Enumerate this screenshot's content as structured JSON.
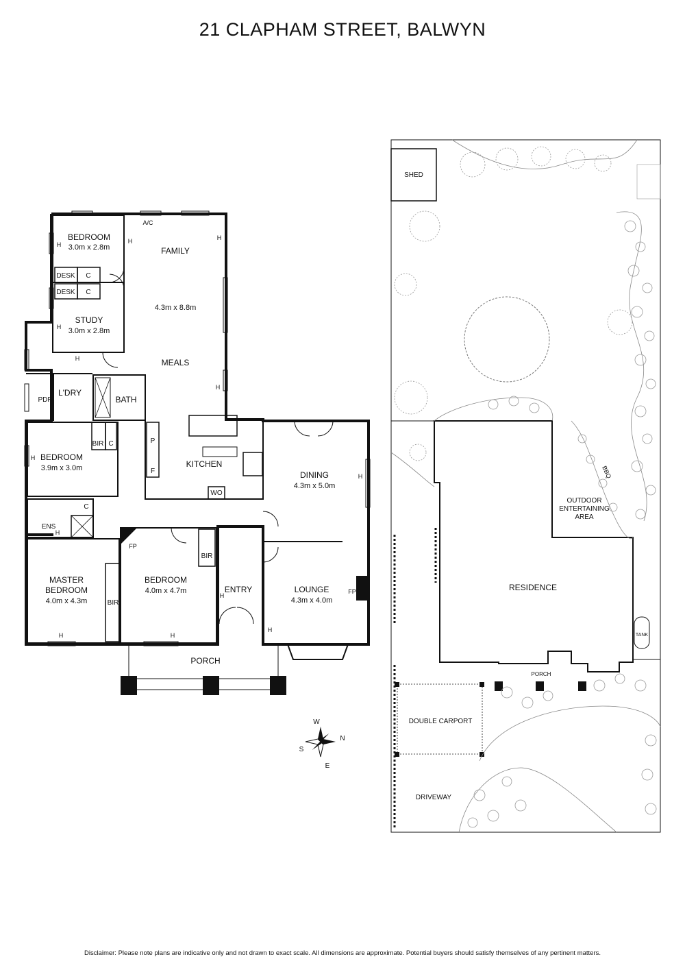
{
  "title": "21 CLAPHAM STREET, BALWYN",
  "disclaimer": "Disclaimer: Please note plans are indicative only and not drawn to exact scale. All dimensions are approximate. Potential buyers should satisfy themselves of any pertinent matters.",
  "floorplan": {
    "rooms": {
      "bedroom1_name": "BEDROOM",
      "bedroom1_dim": "3.0m x 2.8m",
      "study_name": "STUDY",
      "study_dim": "3.0m x 2.8m",
      "family_name": "FAMILY",
      "family_dim": "4.3m x 8.8m",
      "meals": "MEALS",
      "laundry": "L'DRY",
      "powder": "PDR",
      "bath": "BATH",
      "bedroom2_name": "BEDROOM",
      "bedroom2_dim": "3.9m x 3.0m",
      "kitchen": "KITCHEN",
      "wo": "WO",
      "dining_name": "DINING",
      "dining_dim": "4.3m x 5.0m",
      "ens": "ENS",
      "master_name1": "MASTER",
      "master_name2": "BEDROOM",
      "master_dim": "4.0m x 4.3m",
      "bedroom3_name": "BEDROOM",
      "bedroom3_dim": "4.0m x 4.7m",
      "entry": "ENTRY",
      "lounge_name": "LOUNGE",
      "lounge_dim": "4.3m x 4.0m",
      "porch": "PORCH"
    },
    "fixtures": {
      "desk": "DESK",
      "c": "C",
      "bir": "BIR",
      "p": "P",
      "f": "F",
      "fp": "FP",
      "h": "H",
      "ac": "A/C"
    }
  },
  "compass": {
    "w": "W",
    "n": "N",
    "s": "S",
    "e": "E"
  },
  "siteplan": {
    "shed": "SHED",
    "outdoor1": "OUTDOOR",
    "outdoor2": "ENTERTAINING",
    "outdoor3": "AREA",
    "bbq": "BBQ",
    "residence": "RESIDENCE",
    "tank": "TANK",
    "porch": "PORCH",
    "carport": "DOUBLE CARPORT",
    "driveway": "DRIVEWAY"
  }
}
